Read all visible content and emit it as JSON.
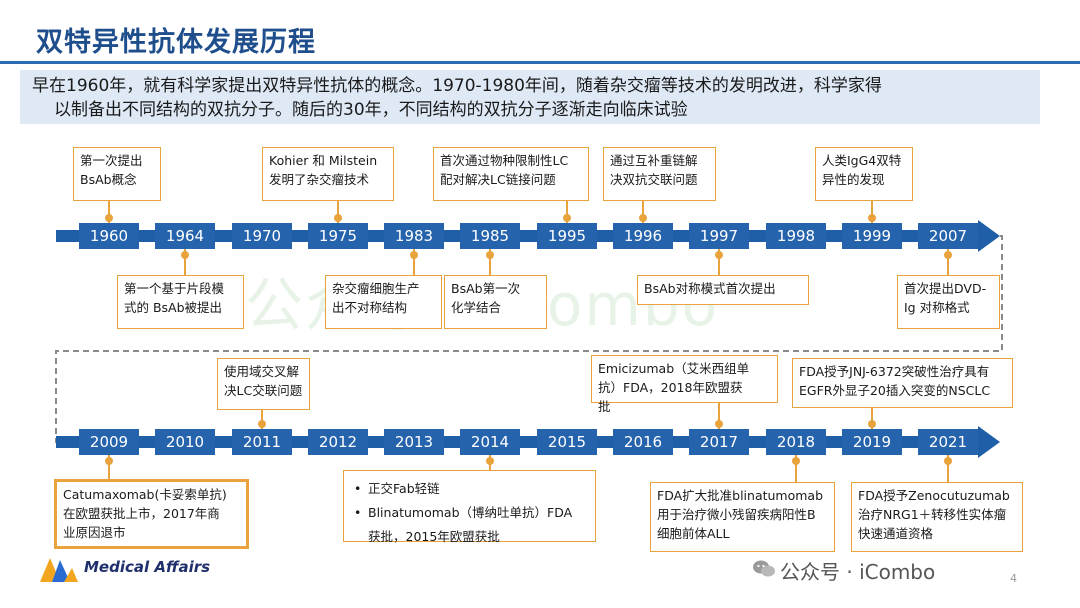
{
  "title": "双特异性抗体发展历程",
  "intro": {
    "line1": "早在1960年，就有科学家提出双特异性抗体的概念。1970-1980年间，随着杂交瘤等技术的发明改进，科学家得",
    "line2": "以制备出不同结构的双抗分子。随后的30年，不同结构的双抗分子逐渐走向临床试验"
  },
  "timeline_top": {
    "years": [
      "1960",
      "1964",
      "1970",
      "1975",
      "1983",
      "1985",
      "1995",
      "1996",
      "1997",
      "1998",
      "1999",
      "2007"
    ]
  },
  "timeline_bottom": {
    "years": [
      "2009",
      "2010",
      "2011",
      "2012",
      "2013",
      "2014",
      "2015",
      "2016",
      "2017",
      "2018",
      "2019",
      "2021"
    ]
  },
  "events_top_above": [
    {
      "year": "1960",
      "lines": [
        "第一次提出",
        "BsAb概念"
      ]
    },
    {
      "year": "1975",
      "lines": [
        "Kohier 和 Milstein",
        "发明了杂交瘤技术"
      ]
    },
    {
      "year": "1995",
      "lines": [
        "首次通过物种限制性LC",
        "配对解决LC链接问题"
      ]
    },
    {
      "year": "1996",
      "lines": [
        "通过互补重链解",
        "决双抗交联问题"
      ]
    },
    {
      "year": "1999",
      "lines": [
        "人类IgG4双特",
        "异性的发现"
      ]
    }
  ],
  "events_top_below": [
    {
      "year": "1964",
      "lines": [
        "第一个基于片段模",
        "式的 BsAb被提出"
      ]
    },
    {
      "year": "1983",
      "lines": [
        "杂交瘤细胞生产",
        "出不对称结构"
      ]
    },
    {
      "year": "1985",
      "lines": [
        "BsAb第一次",
        "化学结合"
      ]
    },
    {
      "year": "1997",
      "lines": [
        "BsAb对称模式首次提出"
      ]
    },
    {
      "year": "2007",
      "lines": [
        "首次提出DVD-",
        "Ig 对称格式"
      ]
    }
  ],
  "events_bottom_above": [
    {
      "year": "2011",
      "lines": [
        "使用域交叉解",
        "决LC交联问题"
      ]
    },
    {
      "year": "2017",
      "lines": [
        "Emicizumab（艾米西组单",
        "抗）FDA，2018年欧盟获",
        "批"
      ]
    },
    {
      "year": "2019",
      "lines": [
        "FDA授予JNJ-6372突破性治疗具有",
        "EGFR外显子20插入突变的NSCLC"
      ]
    }
  ],
  "events_bottom_below": [
    {
      "year": "2009",
      "lines": [
        "Catumaxomab(卡妥索单抗)",
        "在欧盟获批上市，2017年商",
        "业原因退市"
      ]
    },
    {
      "year": "2014",
      "bullets": [
        "正交Fab轻链",
        "Blinatumomab（博纳吐单抗）FDA",
        "获批，2015年欧盟获批"
      ]
    },
    {
      "year": "2018",
      "lines": [
        "FDA扩大批准blinatumomab",
        "用于治疗微小残留疾病阳性B",
        "细胞前体ALL"
      ]
    },
    {
      "year": "2021",
      "lines": [
        "FDA授予Zenocutuzumab",
        "治疗NRG1＋转移性实体瘤",
        "快速通道资格"
      ]
    }
  ],
  "footer": {
    "logo_text": "Medical Affairs",
    "wechat": "公众号 · iCombo",
    "page_number": "4"
  },
  "watermark": "公众号 · iCombo",
  "colors": {
    "timeline_blue": "#1f5fa8",
    "accent_orange": "#e8a33c",
    "title_blue": "#1f4e8c",
    "intro_bg": "#dfe9f6"
  }
}
